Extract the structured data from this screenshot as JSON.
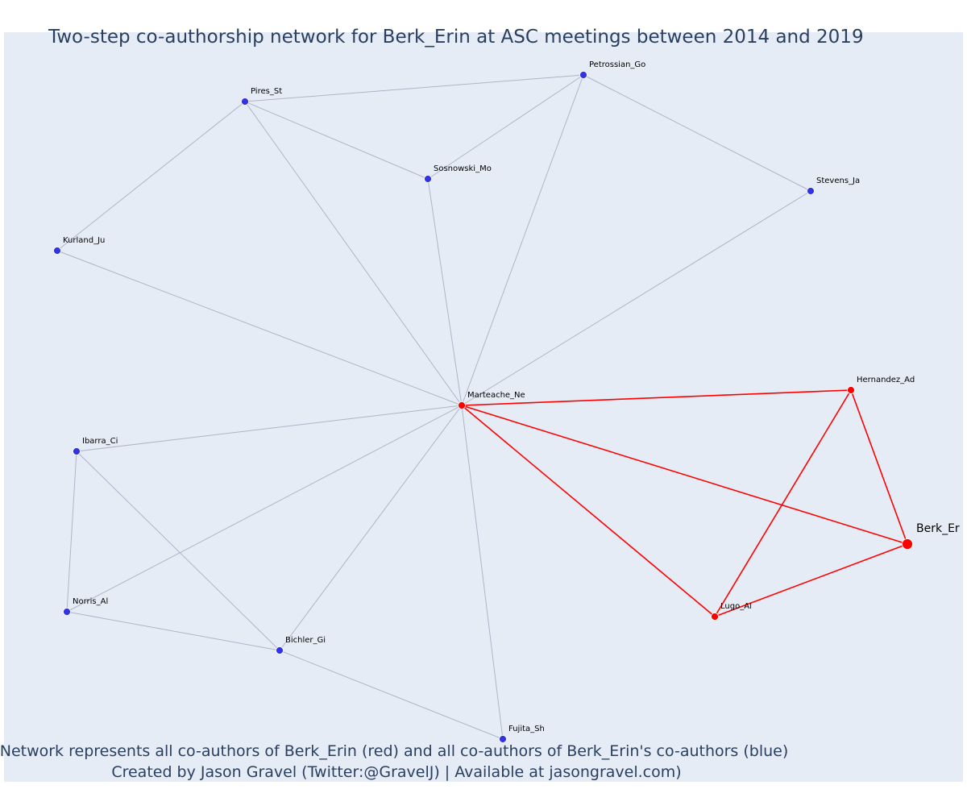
{
  "title": "Two-step co-authorship network for Berk_Erin at ASC meetings between 2014 and 2019",
  "caption_line1": "Network represents all co-authors of Berk_Erin (red) and all co-authors of Berk_Erin's co-authors (blue)",
  "caption_line2": "Created by Jason Gravel (Twitter:@GravelJ) | Available at jasongravel.com)",
  "colors": {
    "background": "#e5ecf6",
    "text": "#2a3f5f",
    "red": "#ff0000",
    "blue": "#3333e6",
    "grey_edge": "#b0b4c8"
  },
  "nodes": [
    {
      "id": "Petrossian_Go",
      "label": "Petrossian_Go",
      "group": "second-degree"
    },
    {
      "id": "Pires_St",
      "label": "Pires_St",
      "group": "second-degree"
    },
    {
      "id": "Sosnowski_Mo",
      "label": "Sosnowski_Mo",
      "group": "second-degree"
    },
    {
      "id": "Stevens_Ja",
      "label": "Stevens_Ja",
      "group": "second-degree"
    },
    {
      "id": "Kurland_Ju",
      "label": "Kurland_Ju",
      "group": "second-degree"
    },
    {
      "id": "Marteache_Ne",
      "label": "Marteache_Ne",
      "group": "co-author"
    },
    {
      "id": "Hernandez_Ad",
      "label": "Hernandez_Ad",
      "group": "co-author"
    },
    {
      "id": "Ibarra_Ci",
      "label": "Ibarra_Ci",
      "group": "second-degree"
    },
    {
      "id": "Berk_Er",
      "label": "Berk_Er",
      "group": "focal"
    },
    {
      "id": "Norris_Al",
      "label": "Norris_Al",
      "group": "second-degree"
    },
    {
      "id": "Lugo_Al",
      "label": "Lugo_Al",
      "group": "co-author"
    },
    {
      "id": "Bichler_Gi",
      "label": "Bichler_Gi",
      "group": "second-degree"
    },
    {
      "id": "Fujita_Sh",
      "label": "Fujita_Sh",
      "group": "second-degree"
    }
  ],
  "edges": [
    {
      "source": "Pires_St",
      "target": "Petrossian_Go",
      "group": "second-degree"
    },
    {
      "source": "Pires_St",
      "target": "Sosnowski_Mo",
      "group": "second-degree"
    },
    {
      "source": "Pires_St",
      "target": "Kurland_Ju",
      "group": "second-degree"
    },
    {
      "source": "Pires_St",
      "target": "Marteache_Ne",
      "group": "second-degree"
    },
    {
      "source": "Sosnowski_Mo",
      "target": "Petrossian_Go",
      "group": "second-degree"
    },
    {
      "source": "Sosnowski_Mo",
      "target": "Marteache_Ne",
      "group": "second-degree"
    },
    {
      "source": "Petrossian_Go",
      "target": "Stevens_Ja",
      "group": "second-degree"
    },
    {
      "source": "Petrossian_Go",
      "target": "Marteache_Ne",
      "group": "second-degree"
    },
    {
      "source": "Stevens_Ja",
      "target": "Marteache_Ne",
      "group": "second-degree"
    },
    {
      "source": "Kurland_Ju",
      "target": "Marteache_Ne",
      "group": "second-degree"
    },
    {
      "source": "Ibarra_Ci",
      "target": "Marteache_Ne",
      "group": "second-degree"
    },
    {
      "source": "Ibarra_Ci",
      "target": "Norris_Al",
      "group": "second-degree"
    },
    {
      "source": "Ibarra_Ci",
      "target": "Bichler_Gi",
      "group": "second-degree"
    },
    {
      "source": "Norris_Al",
      "target": "Marteache_Ne",
      "group": "second-degree"
    },
    {
      "source": "Norris_Al",
      "target": "Bichler_Gi",
      "group": "second-degree"
    },
    {
      "source": "Bichler_Gi",
      "target": "Marteache_Ne",
      "group": "second-degree"
    },
    {
      "source": "Bichler_Gi",
      "target": "Fujita_Sh",
      "group": "second-degree"
    },
    {
      "source": "Fujita_Sh",
      "target": "Marteache_Ne",
      "group": "second-degree"
    },
    {
      "source": "Marteache_Ne",
      "target": "Hernandez_Ad",
      "group": "co-author"
    },
    {
      "source": "Marteache_Ne",
      "target": "Berk_Er",
      "group": "co-author"
    },
    {
      "source": "Marteache_Ne",
      "target": "Lugo_Al",
      "group": "co-author"
    },
    {
      "source": "Hernandez_Ad",
      "target": "Berk_Er",
      "group": "co-author"
    },
    {
      "source": "Hernandez_Ad",
      "target": "Lugo_Al",
      "group": "co-author"
    },
    {
      "source": "Lugo_Al",
      "target": "Berk_Er",
      "group": "co-author"
    }
  ]
}
